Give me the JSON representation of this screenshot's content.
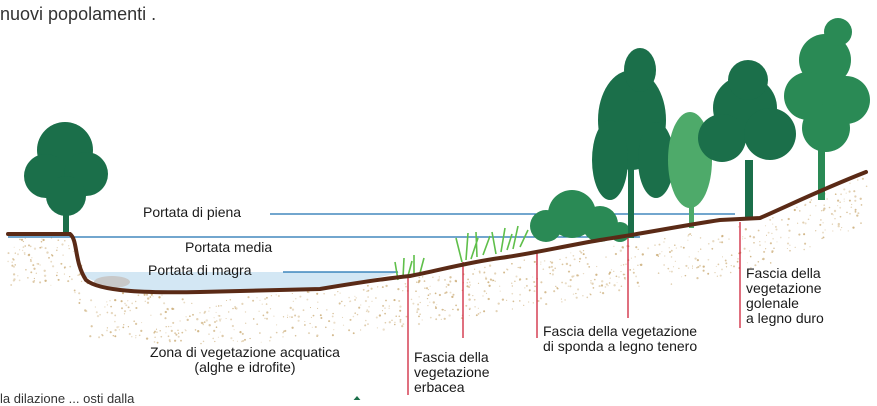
{
  "top_text": "nuovi popolamenti .",
  "bottom_fragment": "la dilazione ... osti dalla",
  "water_levels": {
    "flood": "Portata di piena",
    "medium": "Portata media",
    "low": "Portata di magra"
  },
  "zones": {
    "aquatic_line1": "Zona di vegetazione acquatica",
    "aquatic_line2": "(alghe e idrofite)",
    "herbaceous": [
      "Fascia della",
      "vegetazione",
      "erbacea"
    ],
    "softwood": [
      "Fascia della vegetazione",
      "di sponda a legno tenero"
    ],
    "hardwood": [
      "Fascia della",
      "vegetazione",
      "golenale",
      "a legno duro"
    ]
  },
  "colors": {
    "ground_line": "#5a2a16",
    "water": "#d3e7f4",
    "water_line": "#1d72b0",
    "marker_line": "#d0223a",
    "tree_dark": "#1b6f4a",
    "tree_mid": "#2a8a55",
    "tree_light": "#4eaa6a",
    "soil_dots": "#c9a972"
  }
}
